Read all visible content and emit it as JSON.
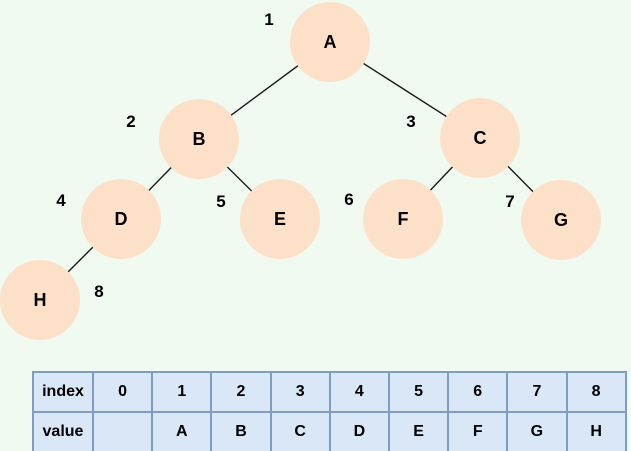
{
  "colors": {
    "background": "#f0faf1",
    "node_fill": "#fce1c8",
    "edge_stroke": "#1a1a1a",
    "table_cell_fill": "#dae7f7",
    "table_border": "#7b9dc8",
    "text": "#000000"
  },
  "tree": {
    "type": "binary-tree",
    "nodes": [
      {
        "label": "A",
        "index": "1"
      },
      {
        "label": "B",
        "index": "2"
      },
      {
        "label": "C",
        "index": "3"
      },
      {
        "label": "D",
        "index": "4"
      },
      {
        "label": "E",
        "index": "5"
      },
      {
        "label": "F",
        "index": "6"
      },
      {
        "label": "G",
        "index": "7"
      },
      {
        "label": "H",
        "index": "8"
      }
    ],
    "edges": [
      [
        "A",
        "B"
      ],
      [
        "A",
        "C"
      ],
      [
        "B",
        "D"
      ],
      [
        "B",
        "E"
      ],
      [
        "C",
        "F"
      ],
      [
        "C",
        "G"
      ],
      [
        "D",
        "H"
      ]
    ]
  },
  "table": {
    "row_headers": [
      "index",
      "value"
    ],
    "index_row": [
      "0",
      "1",
      "2",
      "3",
      "4",
      "5",
      "6",
      "7",
      "8"
    ],
    "value_row": [
      "",
      "A",
      "B",
      "C",
      "D",
      "E",
      "F",
      "G",
      "H"
    ]
  }
}
